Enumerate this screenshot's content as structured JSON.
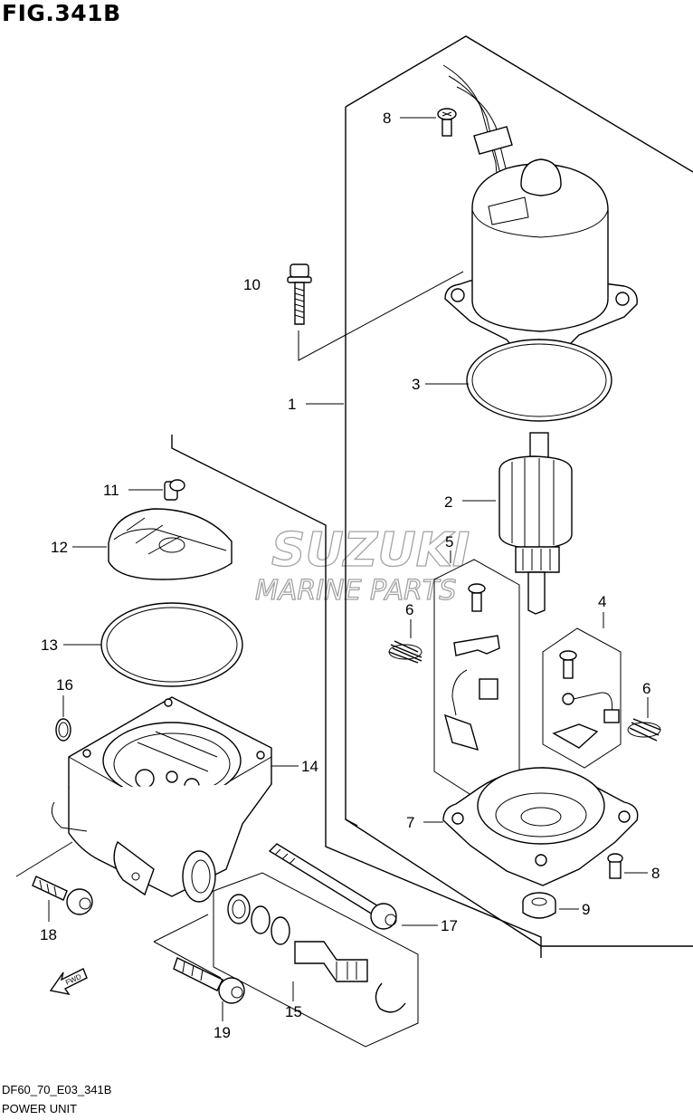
{
  "figure": {
    "title": "FIG.341B",
    "code": "DF60_70_E03_341B",
    "name": "POWER UNIT"
  },
  "watermark": {
    "line1": "SUZUKI",
    "line2": "MARINE PARTS"
  },
  "callouts": {
    "c1": "1",
    "c2": "2",
    "c3": "3",
    "c4": "4",
    "c5": "5",
    "c6a": "6",
    "c6b": "6",
    "c7": "7",
    "c8a": "8",
    "c8b": "8",
    "c9": "9",
    "c10": "10",
    "c11": "11",
    "c12": "12",
    "c13": "13",
    "c14": "14",
    "c15": "15",
    "c16": "16",
    "c17": "17",
    "c18": "18",
    "c19": "19"
  },
  "fwd_label": "FWD"
}
